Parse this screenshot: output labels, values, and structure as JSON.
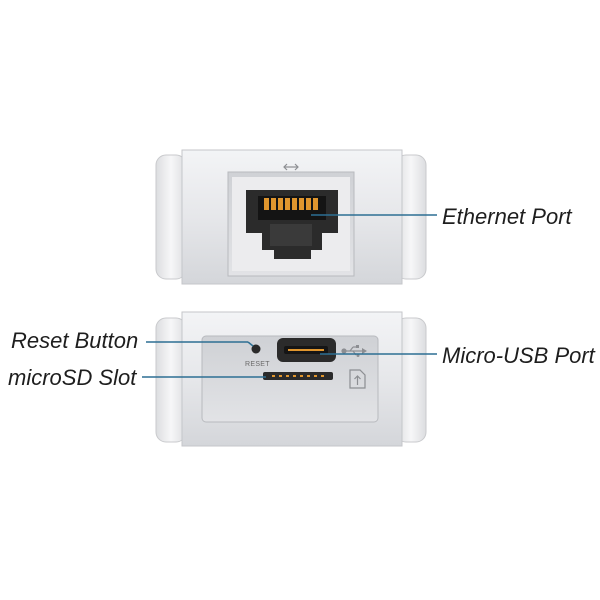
{
  "callouts": {
    "ethernet": "Ethernet Port",
    "reset": "Reset Button",
    "microsd": "microSD Slot",
    "microusb": "Micro-USB Port"
  },
  "device": {
    "reset_text": "RESET"
  },
  "colors": {
    "leader_line": "#2d6f93",
    "body": "#e4e5e8",
    "port_dark": "#2b2b2b",
    "port_contacts": "#e0962e"
  },
  "icons": [
    "ethernet-symbol-icon",
    "usb-symbol-icon",
    "microsd-symbol-icon"
  ]
}
